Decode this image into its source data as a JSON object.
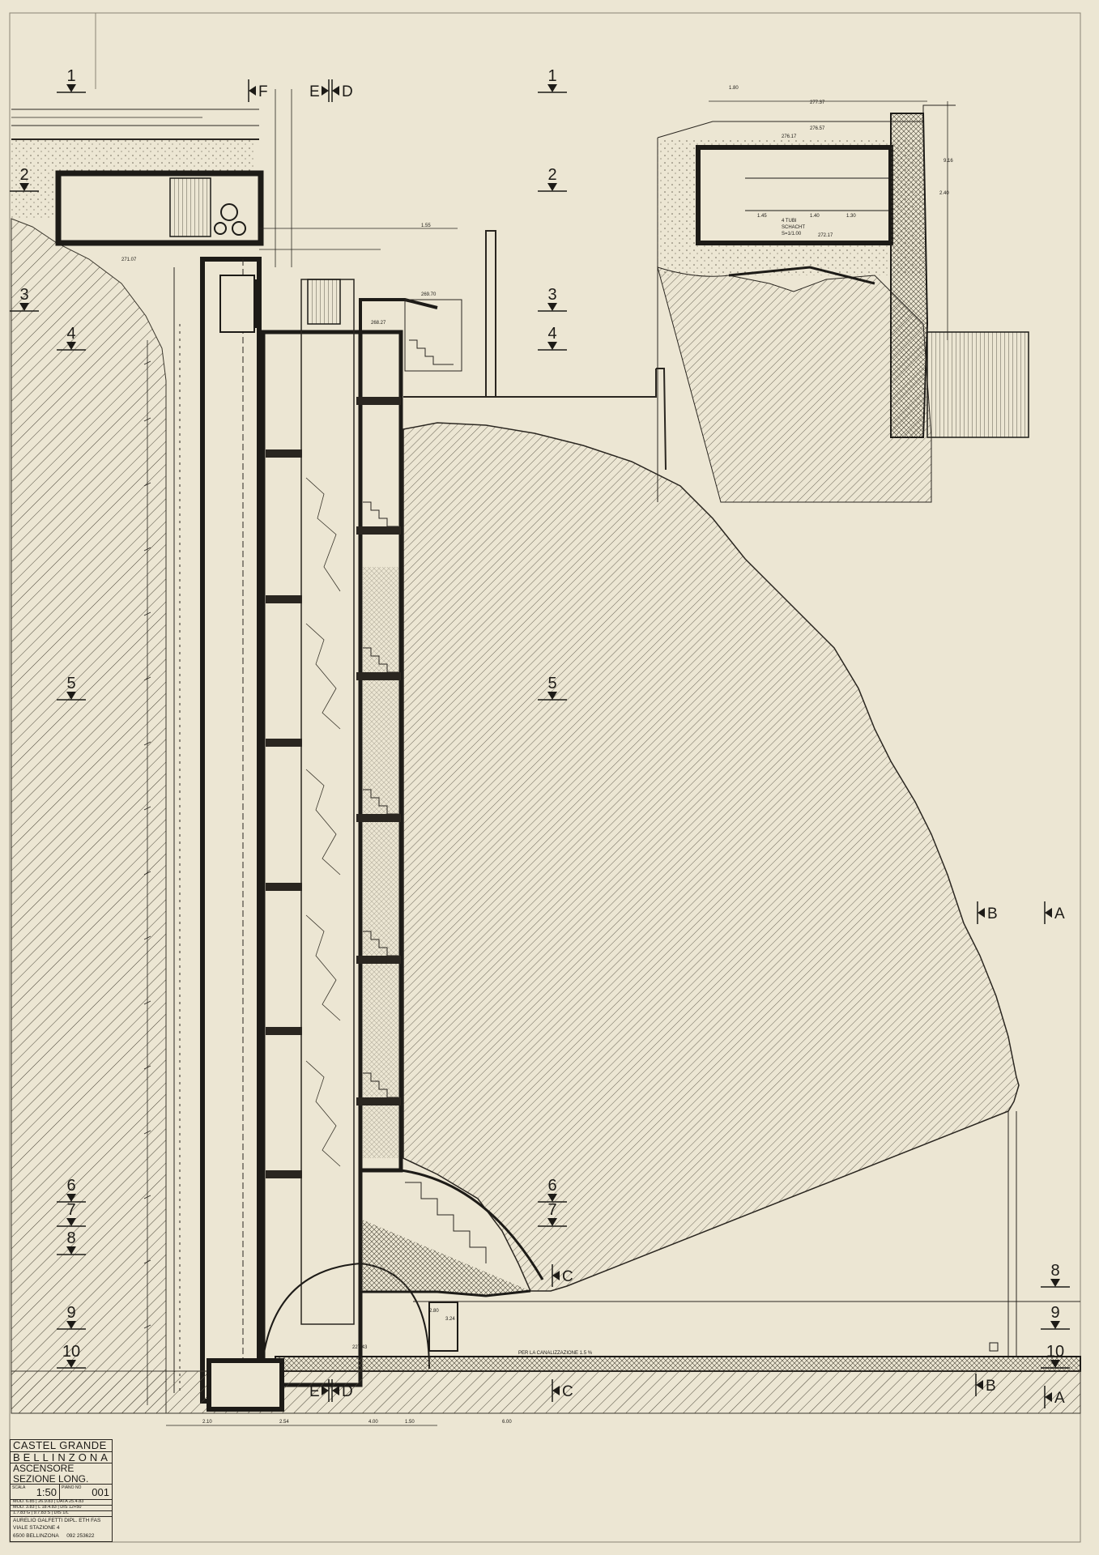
{
  "drawing": {
    "level_markers": {
      "left": [
        "1",
        "2",
        "3",
        "4",
        "5",
        "6",
        "7",
        "8",
        "9",
        "10"
      ],
      "middle": [
        "1",
        "2",
        "3",
        "4",
        "5",
        "6",
        "7"
      ],
      "right": [
        "8",
        "9",
        "10"
      ]
    },
    "section_markers": {
      "top": [
        "F",
        "E",
        "D"
      ],
      "bottom": [
        "E",
        "D",
        "C",
        "B",
        "A"
      ],
      "mid": [
        "C"
      ],
      "right": [
        "B",
        "A"
      ]
    },
    "elevations": [
      "277.37",
      "276.57",
      "276.17",
      "272.17",
      "271.07",
      "269.70",
      "268.27",
      "227.43"
    ],
    "dimensions": [
      "1.80",
      "1.45",
      "1.40",
      "1.30",
      "1.55",
      "2.10",
      "2.54",
      "4.00",
      "3.24",
      "2.80",
      "6.00",
      "1.50",
      "2.40",
      "9.16"
    ],
    "annotations": {
      "tubes": "4 TUBI",
      "schacht": "SCHACHT",
      "schacht_sub": "S=1/1.00",
      "channel": "PER LA CANALIZZAZIONE  1.5 %"
    }
  },
  "title_block": {
    "line1": "CASTEL GRANDE",
    "line2": "BELLINZONA",
    "line3": "ASCENSORE",
    "line4": "SEZIONE LONG.",
    "scale_label": "SCALA",
    "scale_value": "1:50",
    "plan_label": "PIANO NO",
    "plan_value": "001",
    "mod_rows": [
      "MOD.  6.85 | 26.9.83 | DATA 25.4.83",
      "MOD.  3.83 | L 18.4.83 | DIS 12+50",
      "1.7.83 G | 9.7.83 S | DIS 1/L"
    ],
    "architect": "AURELIO GALFETTI DIPL. ETH FAS",
    "address1": "VIALE STAZIONE 4",
    "address2": "6500 BELLINZONA",
    "phone": "092 253622"
  }
}
